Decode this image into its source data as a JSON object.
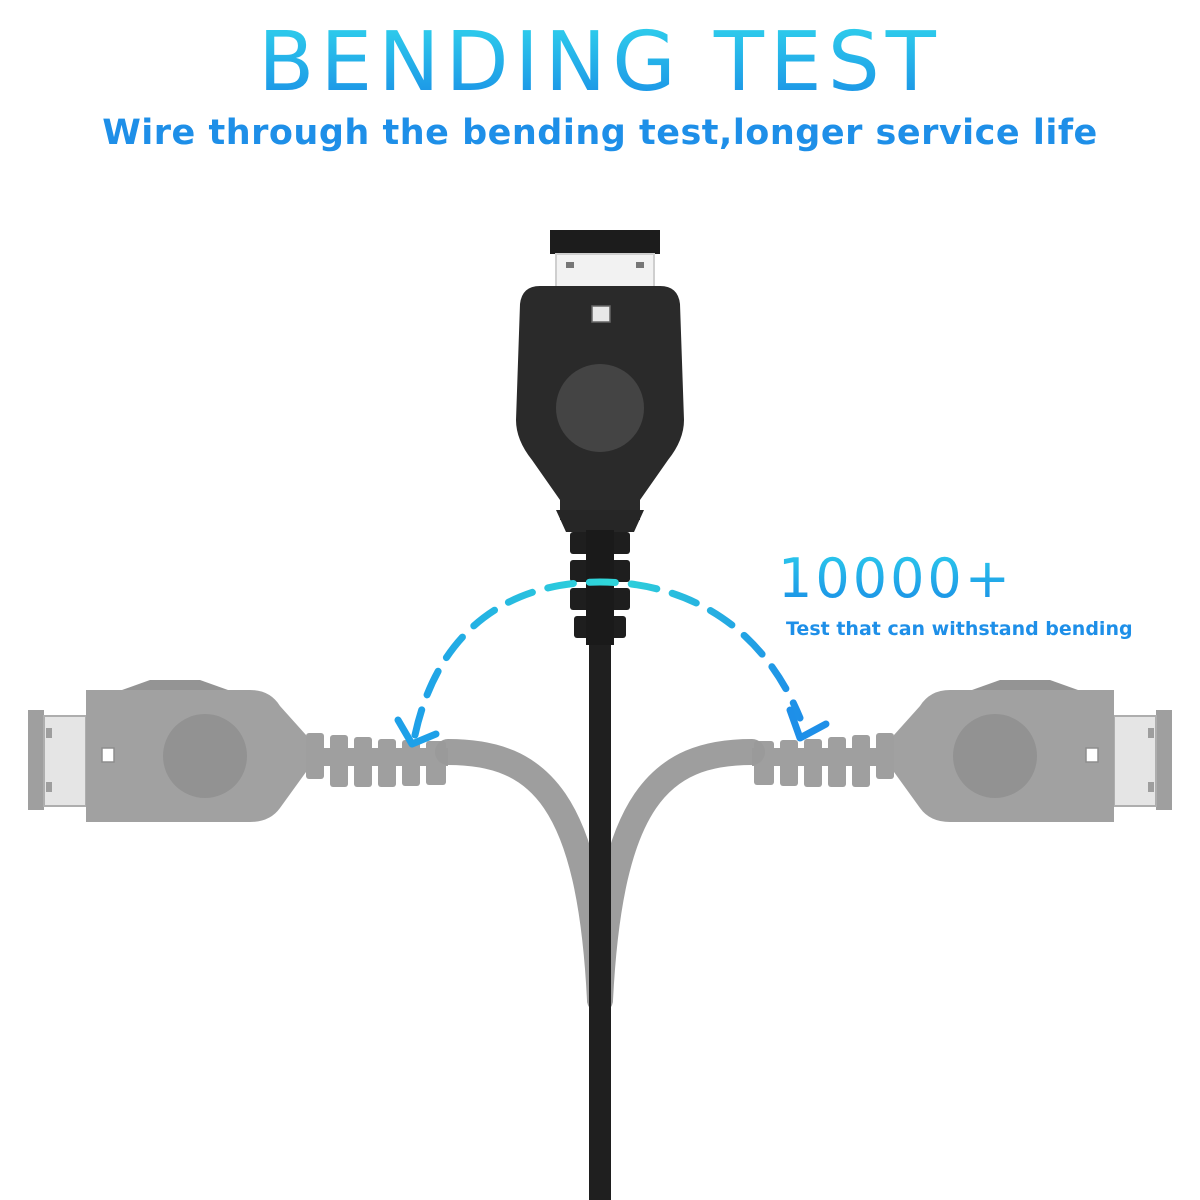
{
  "header": {
    "title": "BENDING TEST",
    "subtitle": "Wire through the bending test,longer service life"
  },
  "callout": {
    "count": "10000+",
    "caption": "Test that can withstand bending"
  },
  "colors": {
    "accent_blue": "#1e8fe8",
    "accent_cyan": "#2fd0ec",
    "cable_black": "#222222",
    "cable_gray": "#9a9a9a"
  },
  "icons": [
    "bend-arrow-left-icon",
    "bend-arrow-right-icon"
  ]
}
